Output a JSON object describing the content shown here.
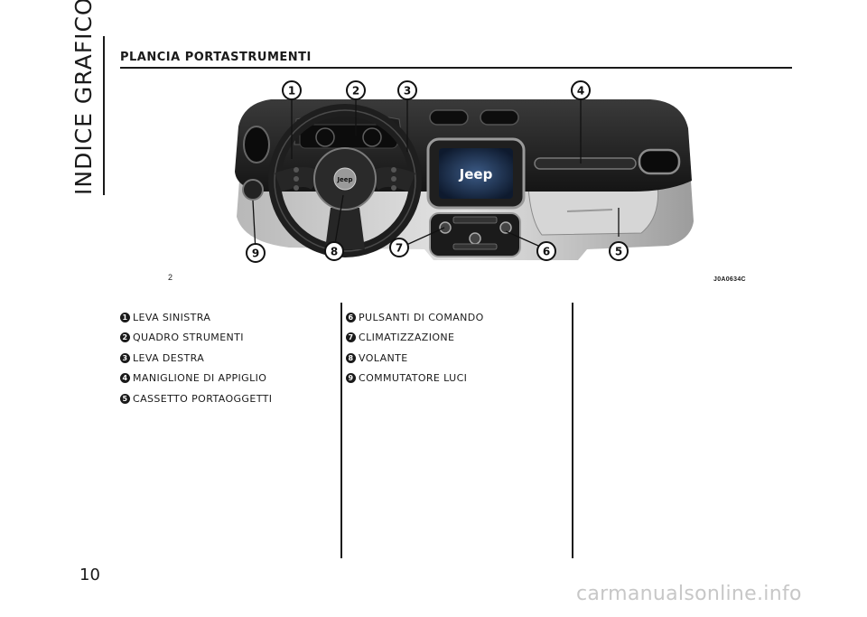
{
  "section_tab": "INDICE GRAFICO",
  "title": "PLANCIA PORTASTRUMENTI",
  "figure": {
    "number": "2",
    "code": "J0A0634C",
    "brand_badge": "Jeep",
    "wheel_badge": "Jeep",
    "callouts": [
      "1",
      "2",
      "3",
      "4",
      "5",
      "6",
      "7",
      "8",
      "9"
    ]
  },
  "legend_left": [
    {
      "num": "1",
      "label": "LEVA SINISTRA"
    },
    {
      "num": "2",
      "label": "QUADRO STRUMENTI"
    },
    {
      "num": "3",
      "label": "LEVA DESTRA"
    },
    {
      "num": "4",
      "label": "MANIGLIONE DI APPIGLIO"
    },
    {
      "num": "5",
      "label": "CASSETTO PORTAOGGETTI"
    }
  ],
  "legend_right": [
    {
      "num": "6",
      "label": "PULSANTI DI COMANDO"
    },
    {
      "num": "7",
      "label": "CLIMATIZZAZIONE"
    },
    {
      "num": "8",
      "label": "VOLANTE"
    },
    {
      "num": "9",
      "label": "COMMUTATORE LUCI"
    }
  ],
  "page_number": "10",
  "watermark": "carmanualsonline.info"
}
